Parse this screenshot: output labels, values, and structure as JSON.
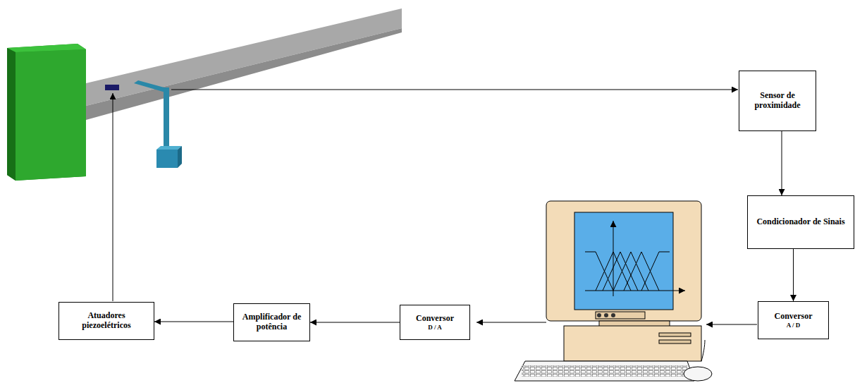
{
  "diagram": {
    "nodes": [
      {
        "text": [
          "Sensor de proximidade"
        ]
      },
      {
        "text": [
          "Condicionador de Sinais"
        ]
      },
      {
        "text": [
          "Atuadores piezoelétricos"
        ]
      },
      {
        "text": [
          "Amplificador de potência"
        ]
      },
      {
        "text": [
          "Conversor",
          "D / A"
        ]
      },
      {
        "text": [
          "Conversor",
          "A / D"
        ]
      }
    ],
    "edges": [
      {
        "from": 0,
        "to": 1,
        "arrow": "to"
      },
      {
        "from": 1,
        "to": 5,
        "arrow": "to"
      },
      {
        "from": 4,
        "to": 3,
        "arrow": "to"
      },
      {
        "from": 3,
        "to": 2,
        "arrow": "to"
      }
    ]
  }
}
